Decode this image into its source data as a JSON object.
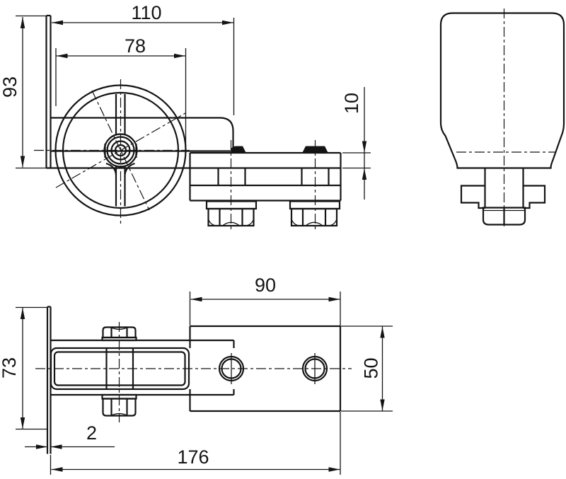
{
  "drawing": {
    "background": "#ffffff",
    "stroke_color": "#141414",
    "dimensions": {
      "arm_reach": "110",
      "wheel_diameter": "78",
      "wall_height": "93",
      "plate_thickness": "10",
      "hole_plate_length": "90",
      "wall_width": "73",
      "wall_thickness": "2",
      "overall_length": "176",
      "plate_width": "50"
    }
  }
}
